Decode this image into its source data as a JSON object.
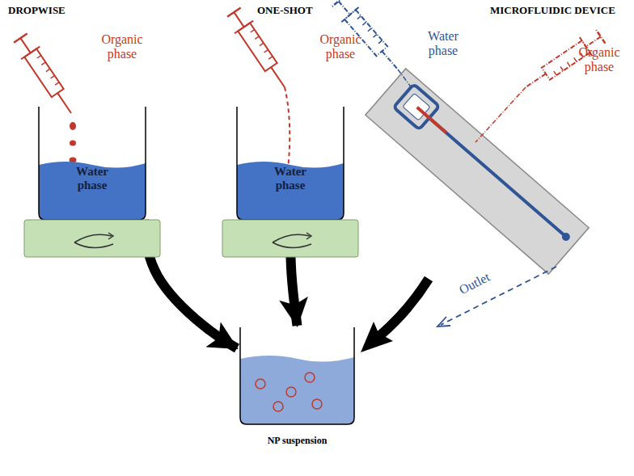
{
  "diagram": {
    "nodes": [
      {
        "text": [
          "Water phase"
        ]
      },
      {
        "text": [
          "Water phase"
        ]
      },
      {
        "text": [
          "NP suspension"
        ]
      }
    ],
    "edges": [
      {
        "from": 0,
        "to": 2,
        "arrow": "to"
      },
      {
        "from": 1,
        "to": 2,
        "arrow": "to"
      }
    ],
    "labels": [
      "DROPWISE",
      "ONE-SHOT",
      "MICROFLUIDIC DEVICE",
      "Organic phase",
      "Organic phase",
      "Water phase",
      "Organic phase",
      "Outlet"
    ]
  }
}
